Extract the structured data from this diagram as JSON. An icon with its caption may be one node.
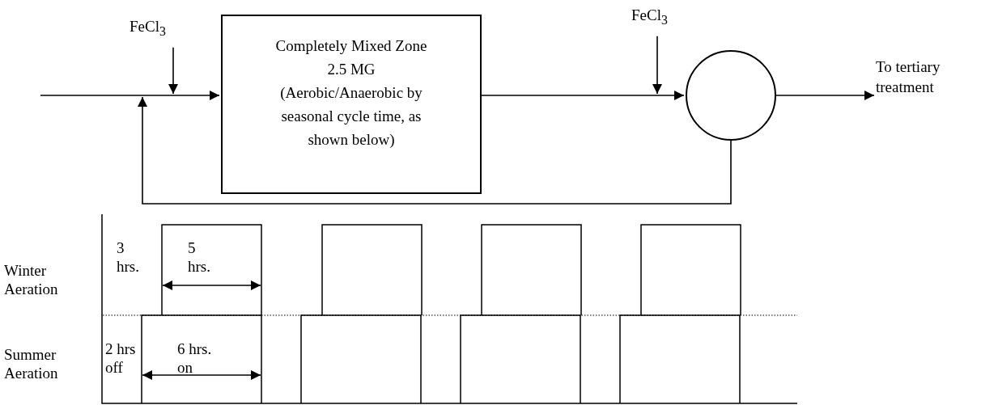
{
  "diagram": {
    "nodes": [
      {
        "text": [
          "FeCl$_{3}$"
        ]
      },
      {
        "text": [
          "Completely Mixed Zone",
          "2.5 MG",
          "(Aerobic/Anaerobic by seasonal cycle time, as shown below)"
        ]
      },
      {
        "text": [
          "FeCl$_{3}$"
        ]
      },
      {
        "text": [],
        "shape": "circle"
      },
      {
        "text": [
          "To tertiary treatment"
        ]
      }
    ],
    "edges": [
      {
        "from": null,
        "to": 1,
        "arrow": "to"
      },
      {
        "from": 0,
        "to": null,
        "arrow": "to"
      },
      {
        "from": 1,
        "to": 3,
        "arrow": "to"
      },
      {
        "from": 2,
        "to": null,
        "arrow": "to"
      },
      {
        "from": 3,
        "to": 4,
        "arrow": "to"
      },
      {
        "from": 3,
        "to": null,
        "arrow": "to"
      }
    ],
    "labels": [
      "Winter Aeration",
      "3 hrs.",
      "5 hrs.",
      "Summer Aeration",
      "2 hrs off",
      "6 hrs. on"
    ]
  }
}
